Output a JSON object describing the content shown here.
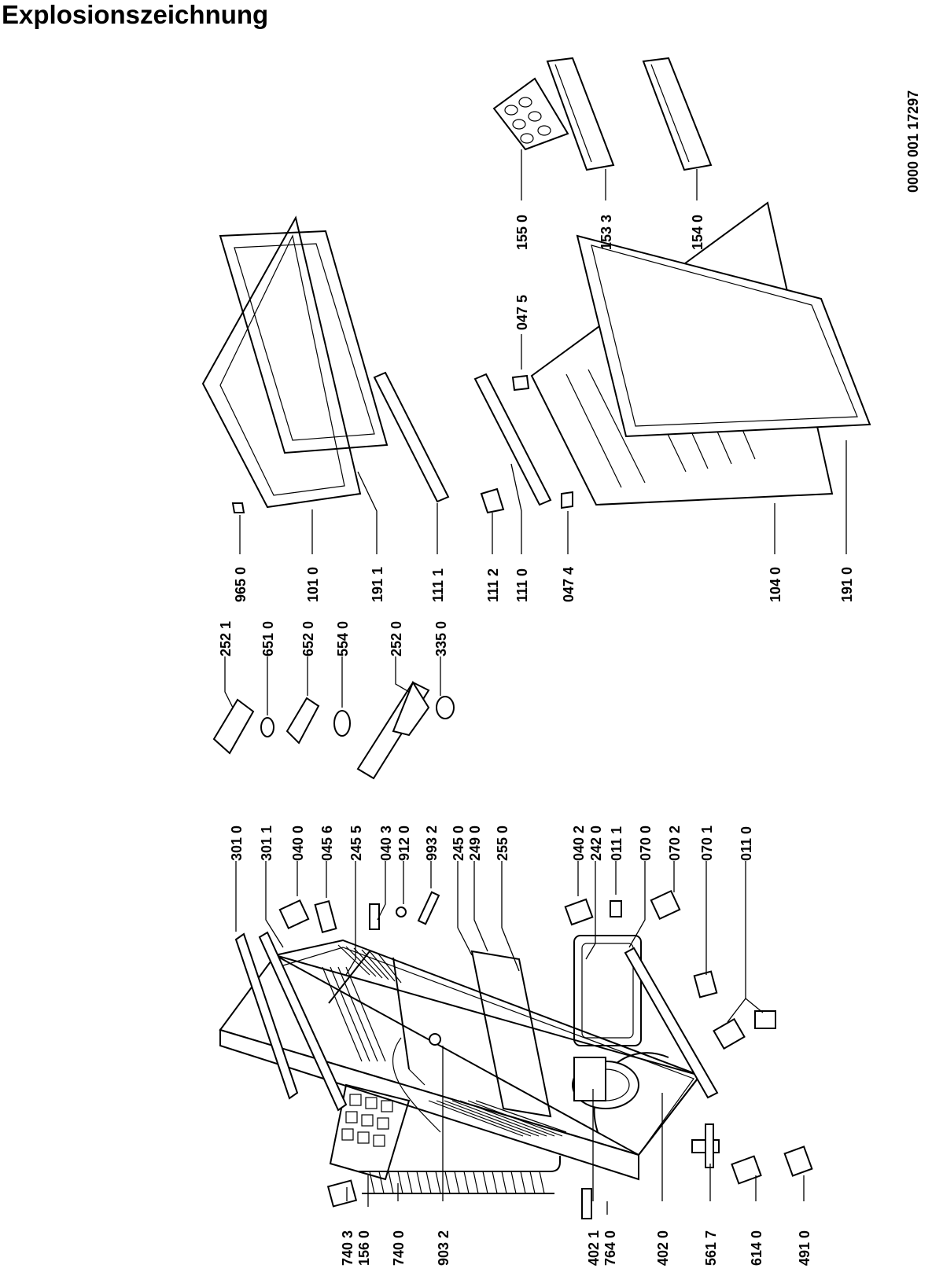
{
  "title": "Explosionszeichnung",
  "document_number": "0000 001 17297",
  "labels": {
    "p740_3": "740 3",
    "p156_0": "156 0",
    "p740_0": "740 0",
    "p903_2": "903 2",
    "p402_1": "402 1",
    "p764_0": "764 0",
    "p402_0": "402 0",
    "p561_7": "561 7",
    "p614_0": "614 0",
    "p491_0": "491 0",
    "p301_0": "301 0",
    "p301_1": "301 1",
    "p040_0": "040 0",
    "p045_6": "045 6",
    "p245_5": "245 5",
    "p040_3": "040 3",
    "p912_0": "912 0",
    "p993_2": "993 2",
    "p245_0": "245 0",
    "p249_0": "249 0",
    "p255_0": "255 0",
    "p040_2": "040 2",
    "p242_0": "242 0",
    "p011_1": "011 1",
    "p070_0": "070 0",
    "p070_2": "070 2",
    "p070_1": "070 1",
    "p011_0": "011 0",
    "p252_1": "252 1",
    "p651_0": "651 0",
    "p652_0": "652 0",
    "p554_0": "554 0",
    "p252_0": "252 0",
    "p335_0": "335 0",
    "p965_0": "965 0",
    "p101_0": "101 0",
    "p191_1": "191 1",
    "p111_1": "111 1",
    "p111_2": "111 2",
    "p111_0": "111 0",
    "p047_4": "047 4",
    "p047_5": "047 5",
    "p104_0": "104 0",
    "p191_0": "191 0",
    "p155_0": "155 0",
    "p153_3": "153 3",
    "p154_0": "154 0"
  }
}
